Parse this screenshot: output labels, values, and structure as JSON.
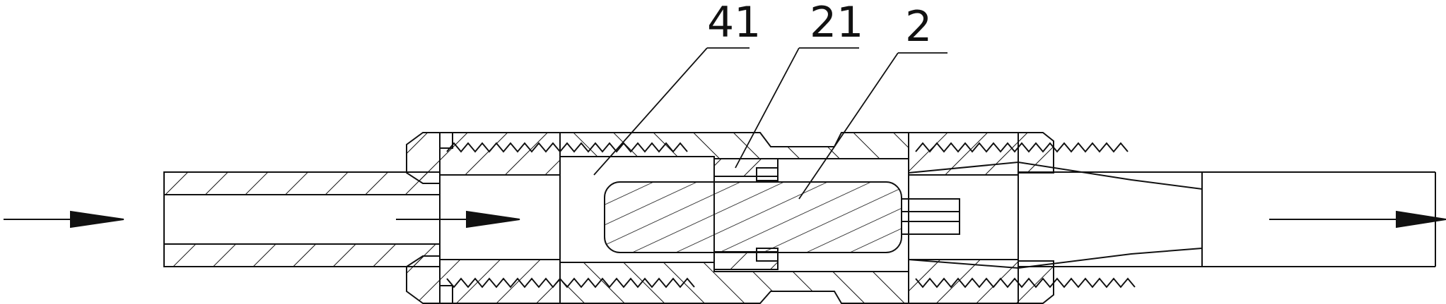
{
  "labels": {
    "l41": "41",
    "l21": "21",
    "l2": "2"
  },
  "colors": {
    "stroke": "#111111",
    "background": "#ffffff"
  }
}
